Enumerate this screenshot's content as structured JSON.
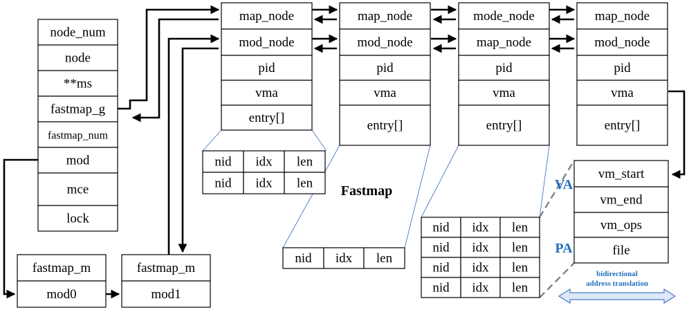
{
  "colors": {
    "accent": "#1f6fc0",
    "arrow_fill": "#dde9f8",
    "arrow_stroke": "#4a78c2"
  },
  "struct_main": {
    "fields": [
      "node_num",
      "node",
      "**ms",
      "fastmap_g",
      "fastmap_num",
      "mod",
      "mce",
      "lock"
    ]
  },
  "nodes": [
    {
      "fields": [
        "map_node",
        "mod_node",
        "pid",
        "vma",
        "entry[]"
      ]
    },
    {
      "fields": [
        "map_node",
        "mod_node",
        "pid",
        "vma",
        "entry[]"
      ]
    },
    {
      "fields": [
        "mode_node",
        "map_node",
        "pid",
        "vma",
        "entry[]"
      ]
    },
    {
      "fields": [
        "map_node",
        "mod_node",
        "pid",
        "vma",
        "entry[]"
      ]
    }
  ],
  "entries_a": {
    "rows": [
      [
        "nid",
        "idx",
        "len"
      ],
      [
        "nid",
        "idx",
        "len"
      ]
    ]
  },
  "entries_b": {
    "rows": [
      [
        "nid",
        "idx",
        "len"
      ]
    ]
  },
  "entries_c": {
    "rows": [
      [
        "nid",
        "idx",
        "len"
      ],
      [
        "nid",
        "idx",
        "len"
      ],
      [
        "nid",
        "idx",
        "len"
      ],
      [
        "nid",
        "idx",
        "len"
      ]
    ]
  },
  "fastmap_label": "Fastmap",
  "vma_struct": {
    "fields": [
      "vm_start",
      "vm_end",
      "vm_ops",
      "file"
    ]
  },
  "labels": {
    "va": "VA",
    "pa": "PA",
    "bidir_1": "bidirectional",
    "bidir_2": "address translation"
  },
  "modules": [
    {
      "top": "fastmap_m",
      "bottom": "mod0"
    },
    {
      "top": "fastmap_m",
      "bottom": "mod1"
    }
  ]
}
